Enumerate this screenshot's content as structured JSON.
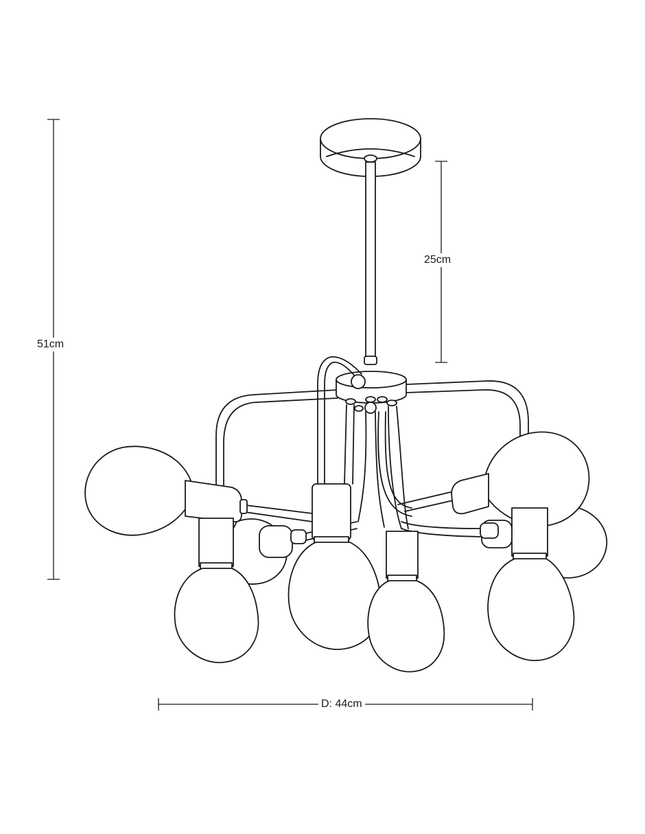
{
  "dimensions": {
    "height_label": "51cm",
    "drop_label": "25cm",
    "diameter_label": "D: 44cm"
  },
  "colors": {
    "line": "#1a1a1a",
    "background": "#ffffff"
  }
}
